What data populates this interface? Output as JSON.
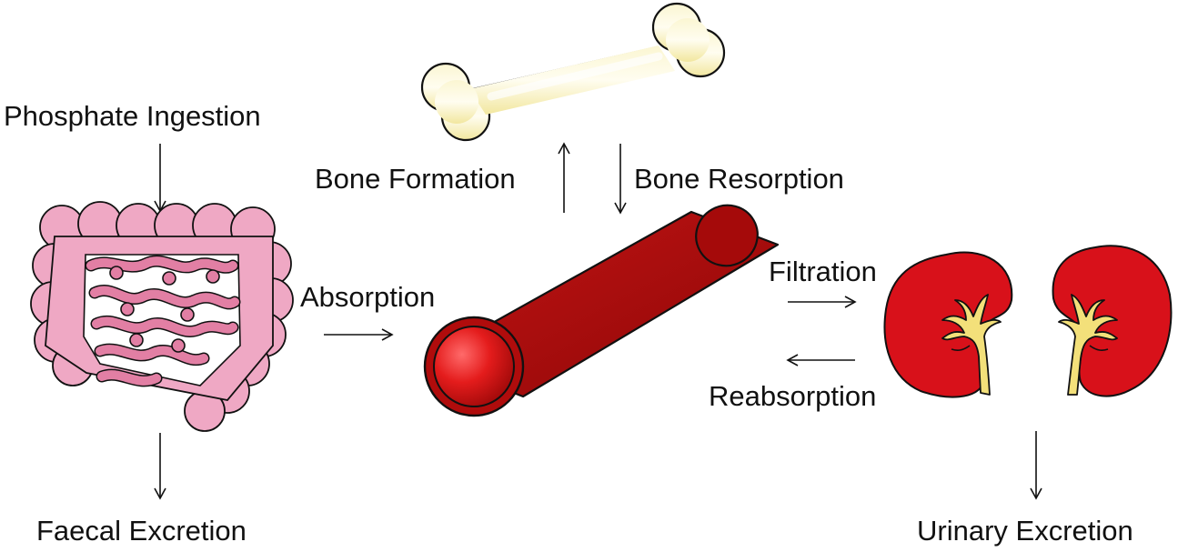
{
  "labels": {
    "phosphate_ingestion": "Phosphate Ingestion",
    "faecal_excretion": "Faecal Excretion",
    "bone_formation": "Bone Formation",
    "bone_resorption": "Bone Resorption",
    "absorption": "Absorption",
    "filtration": "Filtration",
    "reabsorption": "Reabsorption",
    "urinary_excretion": "Urinary Excretion"
  },
  "icons": [
    "intestine-icon",
    "bone-icon",
    "blood-vessel-icon",
    "kidney-left-icon",
    "kidney-right-icon"
  ],
  "colors": {
    "intestine": "#EFA8C4",
    "intestine_dark": "#DE7F9C",
    "bone": "#F6EEB0",
    "vessel": "#A90B0B",
    "vessel_lumen": "#E82020",
    "kidney": "#D8111A",
    "ureter": "#F3E07A",
    "arrow": "#111111"
  }
}
